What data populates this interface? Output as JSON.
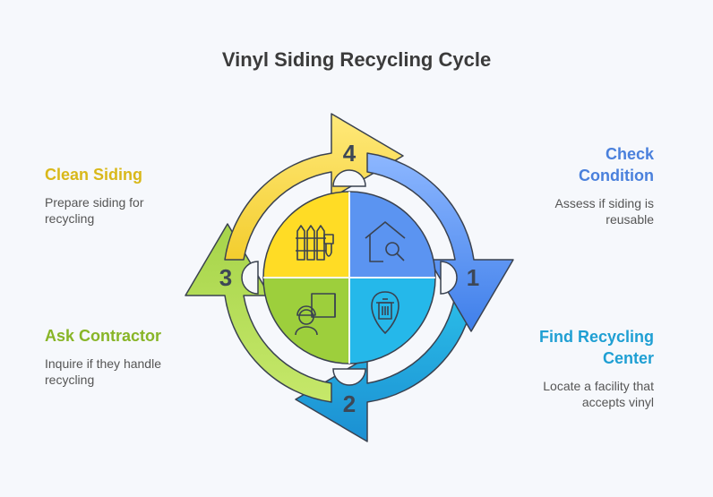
{
  "title": "Vinyl Siding Recycling Cycle",
  "steps": [
    {
      "number": "1",
      "title": "Check Condition",
      "title_lines": [
        "Check",
        "Condition"
      ],
      "description_lines": [
        "Assess if siding is",
        "reusable"
      ],
      "color": "#4a88e0"
    },
    {
      "number": "2",
      "title": "Find Recycling Center",
      "title_lines": [
        "Find Recycling",
        "Center"
      ],
      "description_lines": [
        "Locate a facility that",
        "accepts vinyl"
      ],
      "color": "#21a3d6"
    },
    {
      "number": "3",
      "title": "Ask Contractor",
      "title_lines": [
        "Ask Contractor"
      ],
      "description_lines": [
        "Inquire if they handle",
        "recycling"
      ],
      "color": "#8dbb2c"
    },
    {
      "number": "4",
      "title": "Clean Siding",
      "title_lines": [
        "Clean Siding"
      ],
      "description_lines": [
        "Prepare siding for",
        "recycling"
      ],
      "color": "#e0c221"
    }
  ],
  "icons": {
    "top_left": "fence-paintbrush-icon",
    "top_right": "house-search-icon",
    "bottom_right": "recycle-bin-location-icon",
    "bottom_left": "contractor-blueprint-icon"
  }
}
